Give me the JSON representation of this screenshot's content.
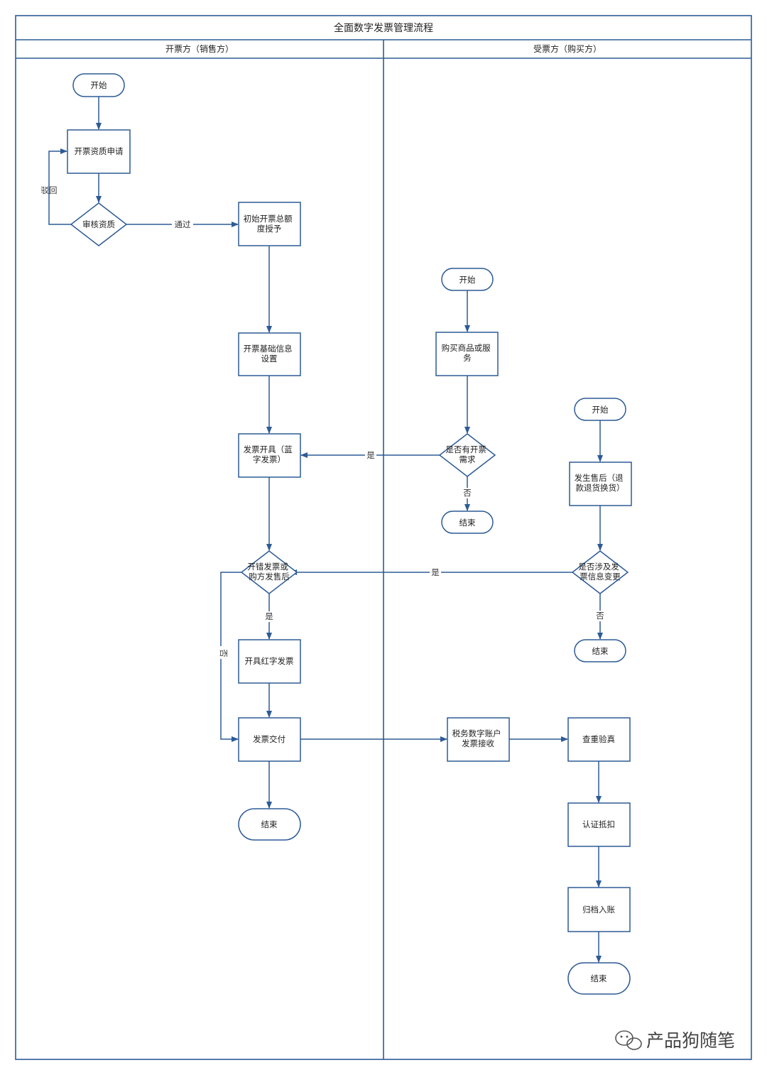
{
  "title": "全面数字发票管理流程",
  "lanes": {
    "seller": "开票方（销售方）",
    "buyer": "受票方（购买方）"
  },
  "nodes": {
    "start_seller": "开始",
    "apply_qual": [
      "开票资质申请"
    ],
    "review_qual": [
      "审核资质"
    ],
    "init_quota": [
      "初始开票总额",
      "度授予"
    ],
    "basic_info": [
      "开票基础信息",
      "设置"
    ],
    "issue_blue": [
      "发票开具（蓝",
      "字发票）"
    ],
    "error_or_after": [
      "开错发票或",
      "购方发售后"
    ],
    "issue_red": [
      "开具红字发票"
    ],
    "deliver": [
      "发票交付"
    ],
    "end_seller": "结束",
    "start_buyer1": "开始",
    "buy_goods": [
      "购买商品或服",
      "务"
    ],
    "need_invoice": [
      "是否有开票",
      "需求"
    ],
    "end_buyer1": "结束",
    "start_buyer2": "开始",
    "after_sale": [
      "发生售后（退",
      "款退货换货）"
    ],
    "info_change": [
      "是否涉及发",
      "票信息变更"
    ],
    "end_buyer2": "结束",
    "receive": [
      "税务数字账户",
      "发票接收"
    ],
    "verify": [
      "查重验真"
    ],
    "certify": [
      "认证抵扣"
    ],
    "archive": [
      "归档入账"
    ],
    "end_buyer3": "结束"
  },
  "edge_labels": {
    "reject": "驳回",
    "pass": "通过",
    "yes_need": "是",
    "no_need": "否",
    "yes_change": "是",
    "no_change": "否",
    "yes_red": "是",
    "no_red": "否"
  },
  "watermark": "产品狗随笔",
  "colors": {
    "stroke": "#2d5b96",
    "fill": "#ffffff",
    "text": "#222222"
  },
  "icons": {
    "watermark": "wechat-icon"
  }
}
